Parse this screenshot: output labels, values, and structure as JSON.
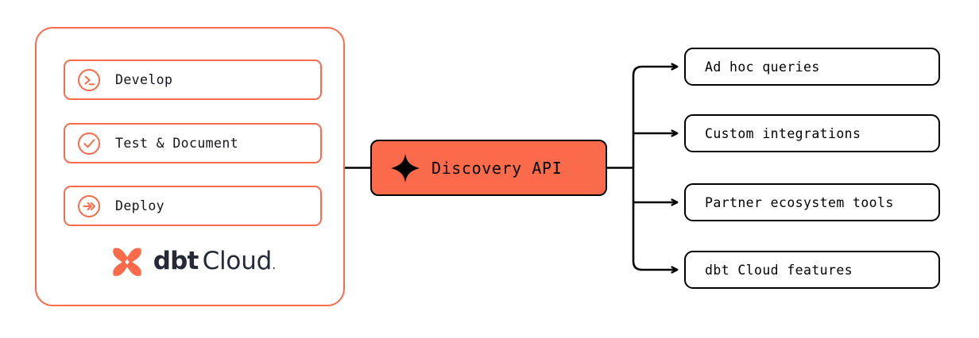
{
  "colors": {
    "accent": "#FB6B4B",
    "line": "#000000",
    "brand_navy": "#262A38",
    "surface": "#FFFFFF"
  },
  "left_panel": {
    "name": "dbt Cloud workflow panel",
    "stages": [
      {
        "label": "Develop",
        "icon": "terminal-prompt-icon"
      },
      {
        "label": "Test & Document",
        "icon": "check-circle-icon"
      },
      {
        "label": "Deploy",
        "icon": "double-chevron-right-circle-icon"
      }
    ],
    "brand": {
      "mark_icon": "dbt-logo-icon",
      "word_bold": "dbt",
      "word_light": "Cloud",
      "word_dot": "."
    }
  },
  "center": {
    "label": "Discovery API",
    "icon": "sparkle-icon"
  },
  "outputs": [
    {
      "label": "Ad hoc queries"
    },
    {
      "label": "Custom integrations"
    },
    {
      "label": "Partner ecosystem tools"
    },
    {
      "label": "dbt Cloud features"
    }
  ],
  "connectors": {
    "input_edge": "panel-to-discovery-api-line",
    "output_trunk": "discovery-api-to-outputs-branch",
    "arrow_count": 4
  }
}
